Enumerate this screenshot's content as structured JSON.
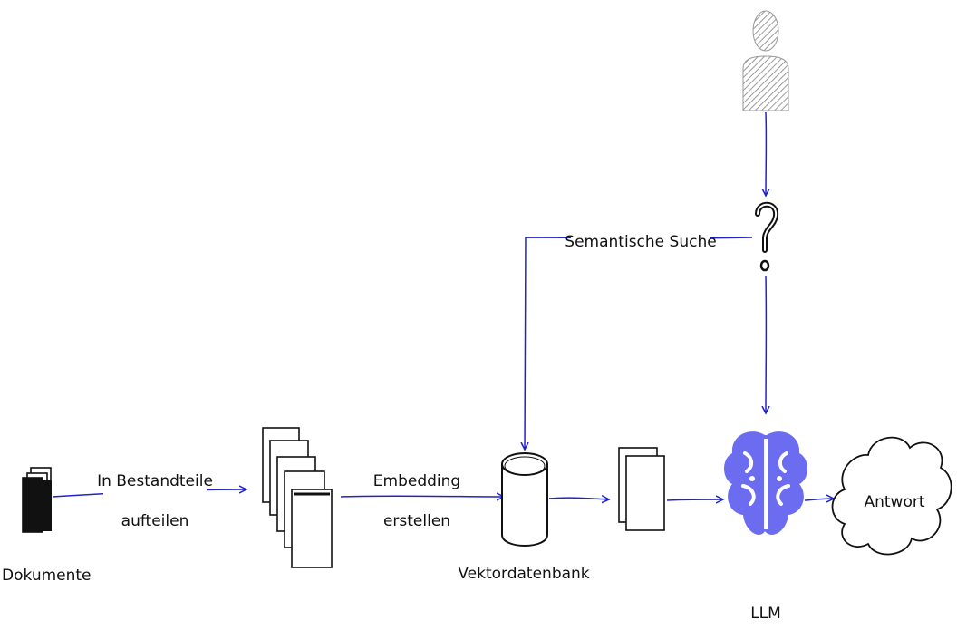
{
  "nodes": {
    "documents": "Dokumente",
    "vector_db": "Vektordatenbank",
    "llm": "LLM",
    "answer": "Antwort"
  },
  "edges": {
    "split_line1": "In Bestandteile",
    "split_line2": "aufteilen",
    "embed_line1": "Embedding",
    "embed_line2": "erstellen",
    "semantic_search": "Semantische Suche"
  },
  "icons": {
    "user": "user-icon",
    "question": "question-mark-icon",
    "brain": "brain-icon",
    "cloud": "cloud-icon",
    "database": "database-icon",
    "documents": "document-stack-icon"
  },
  "colors": {
    "arrow": "#1f23c8",
    "brain": "#6b6cf0",
    "ink": "#111111",
    "user": "#9a9a9a"
  }
}
